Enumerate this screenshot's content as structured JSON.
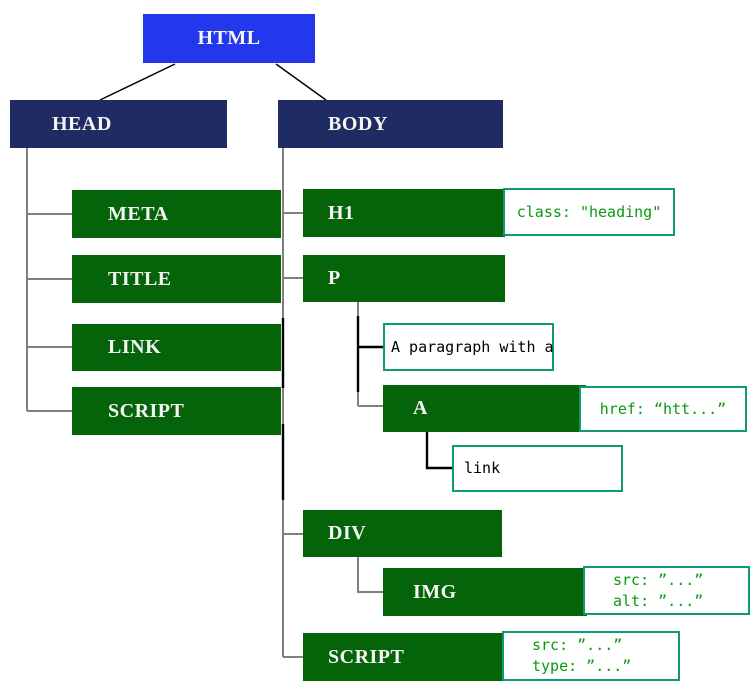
{
  "tree": {
    "root": {
      "label": "HTML"
    },
    "head": {
      "label": "HEAD",
      "children": [
        {
          "label": "META"
        },
        {
          "label": "TITLE"
        },
        {
          "label": "LINK"
        },
        {
          "label": "SCRIPT"
        }
      ]
    },
    "body": {
      "label": "BODY",
      "h1": {
        "label": "H1",
        "annotation": "class: \"heading\""
      },
      "p": {
        "label": "P",
        "text_fragment": "A paragraph with a",
        "a": {
          "label": "A",
          "annotation": "href: “htt...”",
          "text_fragment": "link"
        }
      },
      "div": {
        "label": "DIV",
        "img": {
          "label": "IMG",
          "annotation_lines": [
            "src: ”...”",
            "alt: ”...”"
          ]
        }
      },
      "script": {
        "label": "SCRIPT",
        "annotation_lines": [
          "src: ”...”",
          "type: ”...”"
        ]
      }
    }
  },
  "colors": {
    "root_fill": "#2338ec",
    "section_fill": "#1f2c63",
    "element_fill": "#056409",
    "annotation_border": "#0c9b72",
    "annotation_text": "#0a9a10",
    "tree_line": "#808080",
    "black_line": "#000000",
    "node_text": "#f5f5f5"
  }
}
